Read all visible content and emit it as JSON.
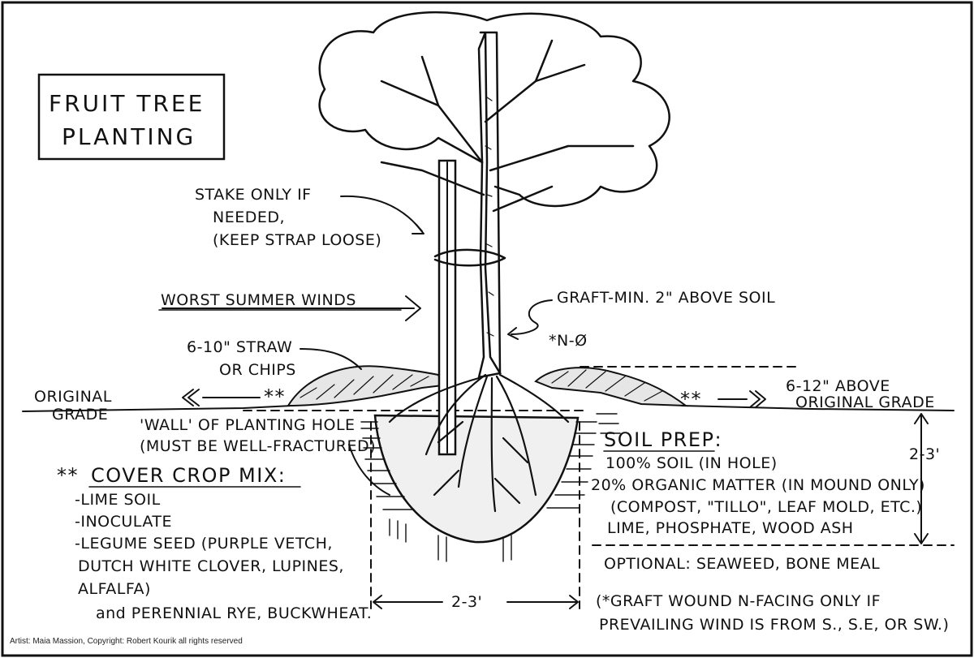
{
  "title": {
    "line1": "FRUIT TREE",
    "line2": "PLANTING"
  },
  "labels": {
    "stake": [
      "STAKE ONLY IF",
      "NEEDED,",
      "(KEEP STRAP LOOSE)"
    ],
    "winds": "WORST SUMMER WINDS",
    "graft": "GRAFT-MIN. 2\" ABOVE SOIL",
    "graft_marker": "*N-Ø",
    "straw": [
      "6-10\" STRAW",
      "OR CHIPS"
    ],
    "original_grade": [
      "ORIGINAL",
      "GRADE"
    ],
    "left_marker": "**",
    "right_marker": "**",
    "mound_height": [
      "6-12\" ABOVE",
      "ORIGINAL GRADE"
    ],
    "wall": [
      "'WALL' OF PLANTING HOLE",
      "(MUST BE WELL-FRACTURED)"
    ],
    "depth": "2-3'",
    "width": "2-3'"
  },
  "cover_crop": {
    "heading": "COVER CROP MIX:",
    "heading_prefix": "**",
    "items": [
      "-LIME SOIL",
      "-INOCULATE",
      "-LEGUME SEED (PURPLE VETCH,",
      "DUTCH WHITE CLOVER, LUPINES,",
      "ALFALFA)",
      "and PERENNIAL RYE, BUCKWHEAT."
    ]
  },
  "soil_prep": {
    "heading": "SOIL PREP:",
    "items": [
      "100% SOIL (IN HOLE)",
      "20% ORGANIC MATTER (IN MOUND ONLY)",
      "(COMPOST, \"TILLO\", LEAF MOLD, ETC.)",
      "LIME, PHOSPHATE, WOOD ASH"
    ],
    "optional": "OPTIONAL: SEAWEED, BONE MEAL"
  },
  "graft_note": [
    "(*GRAFT WOUND N-FACING  ONLY IF",
    "PREVAILING WIND IS FROM S., S.E, OR SW.)"
  ],
  "credit": "Artist: Maia Massion, Copyright: Robert Kourik all rights reserved",
  "colors": {
    "ink": "#111111",
    "paper": "#ffffff"
  }
}
